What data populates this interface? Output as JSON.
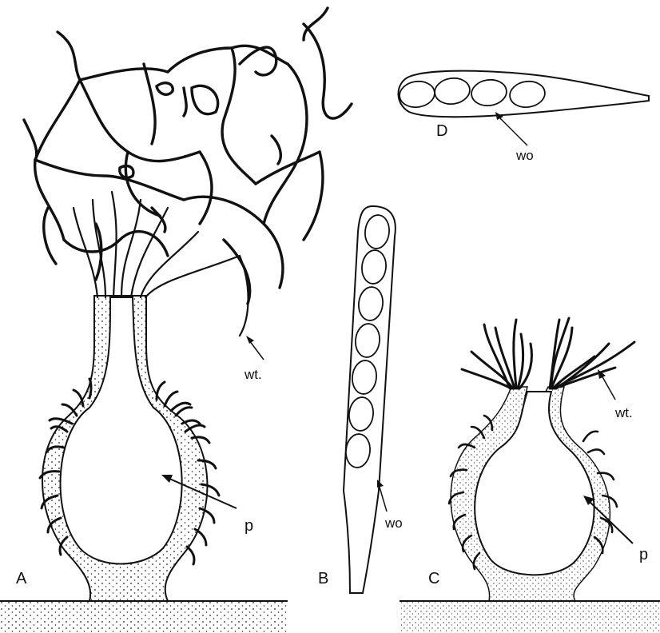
{
  "figure": {
    "panels": [
      {
        "letter": "A",
        "labels": [
          "wt.",
          "p"
        ]
      },
      {
        "letter": "B",
        "labels": [
          "wo"
        ]
      },
      {
        "letter": "C",
        "labels": [
          "wt.",
          "p"
        ]
      },
      {
        "letter": "D",
        "labels": [
          "wo"
        ]
      }
    ]
  },
  "colors": {
    "ink": "#111111",
    "paper": "#ffffff"
  }
}
